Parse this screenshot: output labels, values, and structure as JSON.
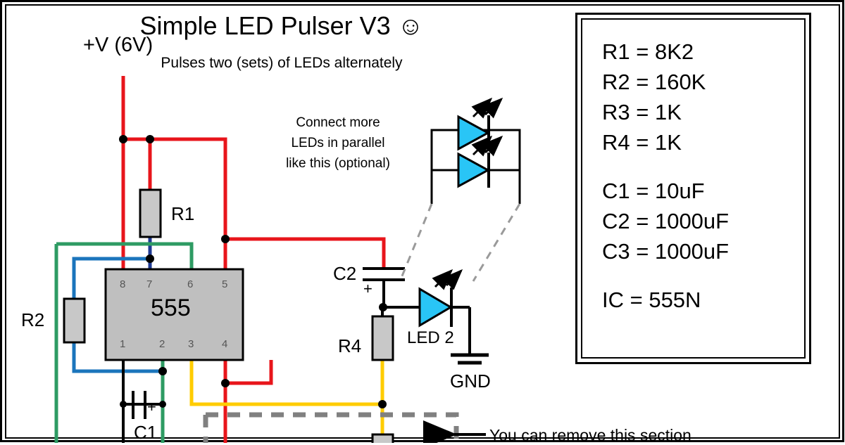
{
  "title": "Simple LED Pulser V3 ☺",
  "subtitle": "Pulses two (sets) of LEDs alternately",
  "labels": {
    "supply": "+V (6V)",
    "ground": "GND",
    "ic": "555",
    "r1": "R1",
    "r2": "R2",
    "r4": "R4",
    "c1": "C1",
    "c2": "C2",
    "led2": "LED 2"
  },
  "notes": {
    "parallel": "Connect more\nLEDs in parallel\nlike this (optional)",
    "remove_section": "You can remove this section"
  },
  "ic_pins": {
    "top": [
      "8",
      "7",
      "6",
      "5"
    ],
    "bottom": [
      "1",
      "2",
      "3",
      "4"
    ]
  },
  "parts_list": [
    "R1 = 8K2",
    "R2 = 160K",
    "R3 = 1K",
    "R4 = 1K",
    "",
    "C1 = 10uF",
    "C2 = 1000uF",
    "C3 = 1000uF",
    "",
    "IC = 555N"
  ],
  "colors": {
    "wire_red": "#E8151B",
    "wire_green": "#2E9B63",
    "wire_blue": "#1B75BC",
    "wire_darkblue": "#1F3A93",
    "wire_yellow": "#FFCC00",
    "wire_black": "#000000",
    "led_cyan": "#29C5F6",
    "resistor_body": "#C8C8C8",
    "ic_body": "#BFBFBF",
    "dashed_gray": "#808080",
    "background": "#FFFFFF"
  },
  "icons": {
    "smiley": "☺",
    "arrow_left": "arrow-left-icon",
    "ground_symbol": "ground-icon",
    "led_emission": "led-emission-arrows-icon"
  }
}
